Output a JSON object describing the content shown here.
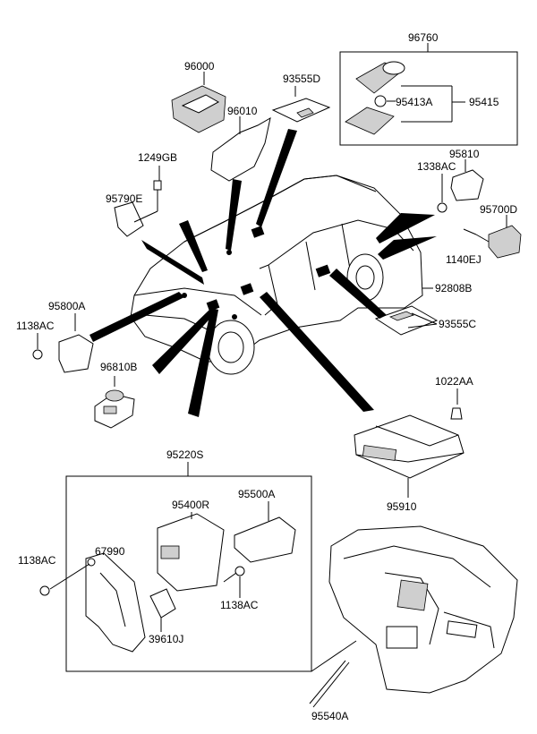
{
  "diagram": {
    "labels": {
      "p96760": "96760",
      "p96000": "96000",
      "p93555D": "93555D",
      "p95413A": "95413A",
      "p95415": "95415",
      "p96010": "96010",
      "p1249GB": "1249GB",
      "p95810": "95810",
      "p1338AC_top": "1338AC",
      "p95790E": "95790E",
      "p95700D": "95700D",
      "p1140EJ": "1140EJ",
      "p92808B": "92808B",
      "p95800A": "95800A",
      "p1138AC_left": "1138AC",
      "p93555C": "93555C",
      "p96810B": "96810B",
      "p1022AA": "1022AA",
      "p95220S": "95220S",
      "p95910": "95910",
      "p95400R": "95400R",
      "p95500A": "95500A",
      "p67990": "67990",
      "p1138AC_box": "1138AC",
      "p1138AC_inner": "1138AC",
      "p39610J": "39610J",
      "p95540A": "95540A"
    }
  }
}
